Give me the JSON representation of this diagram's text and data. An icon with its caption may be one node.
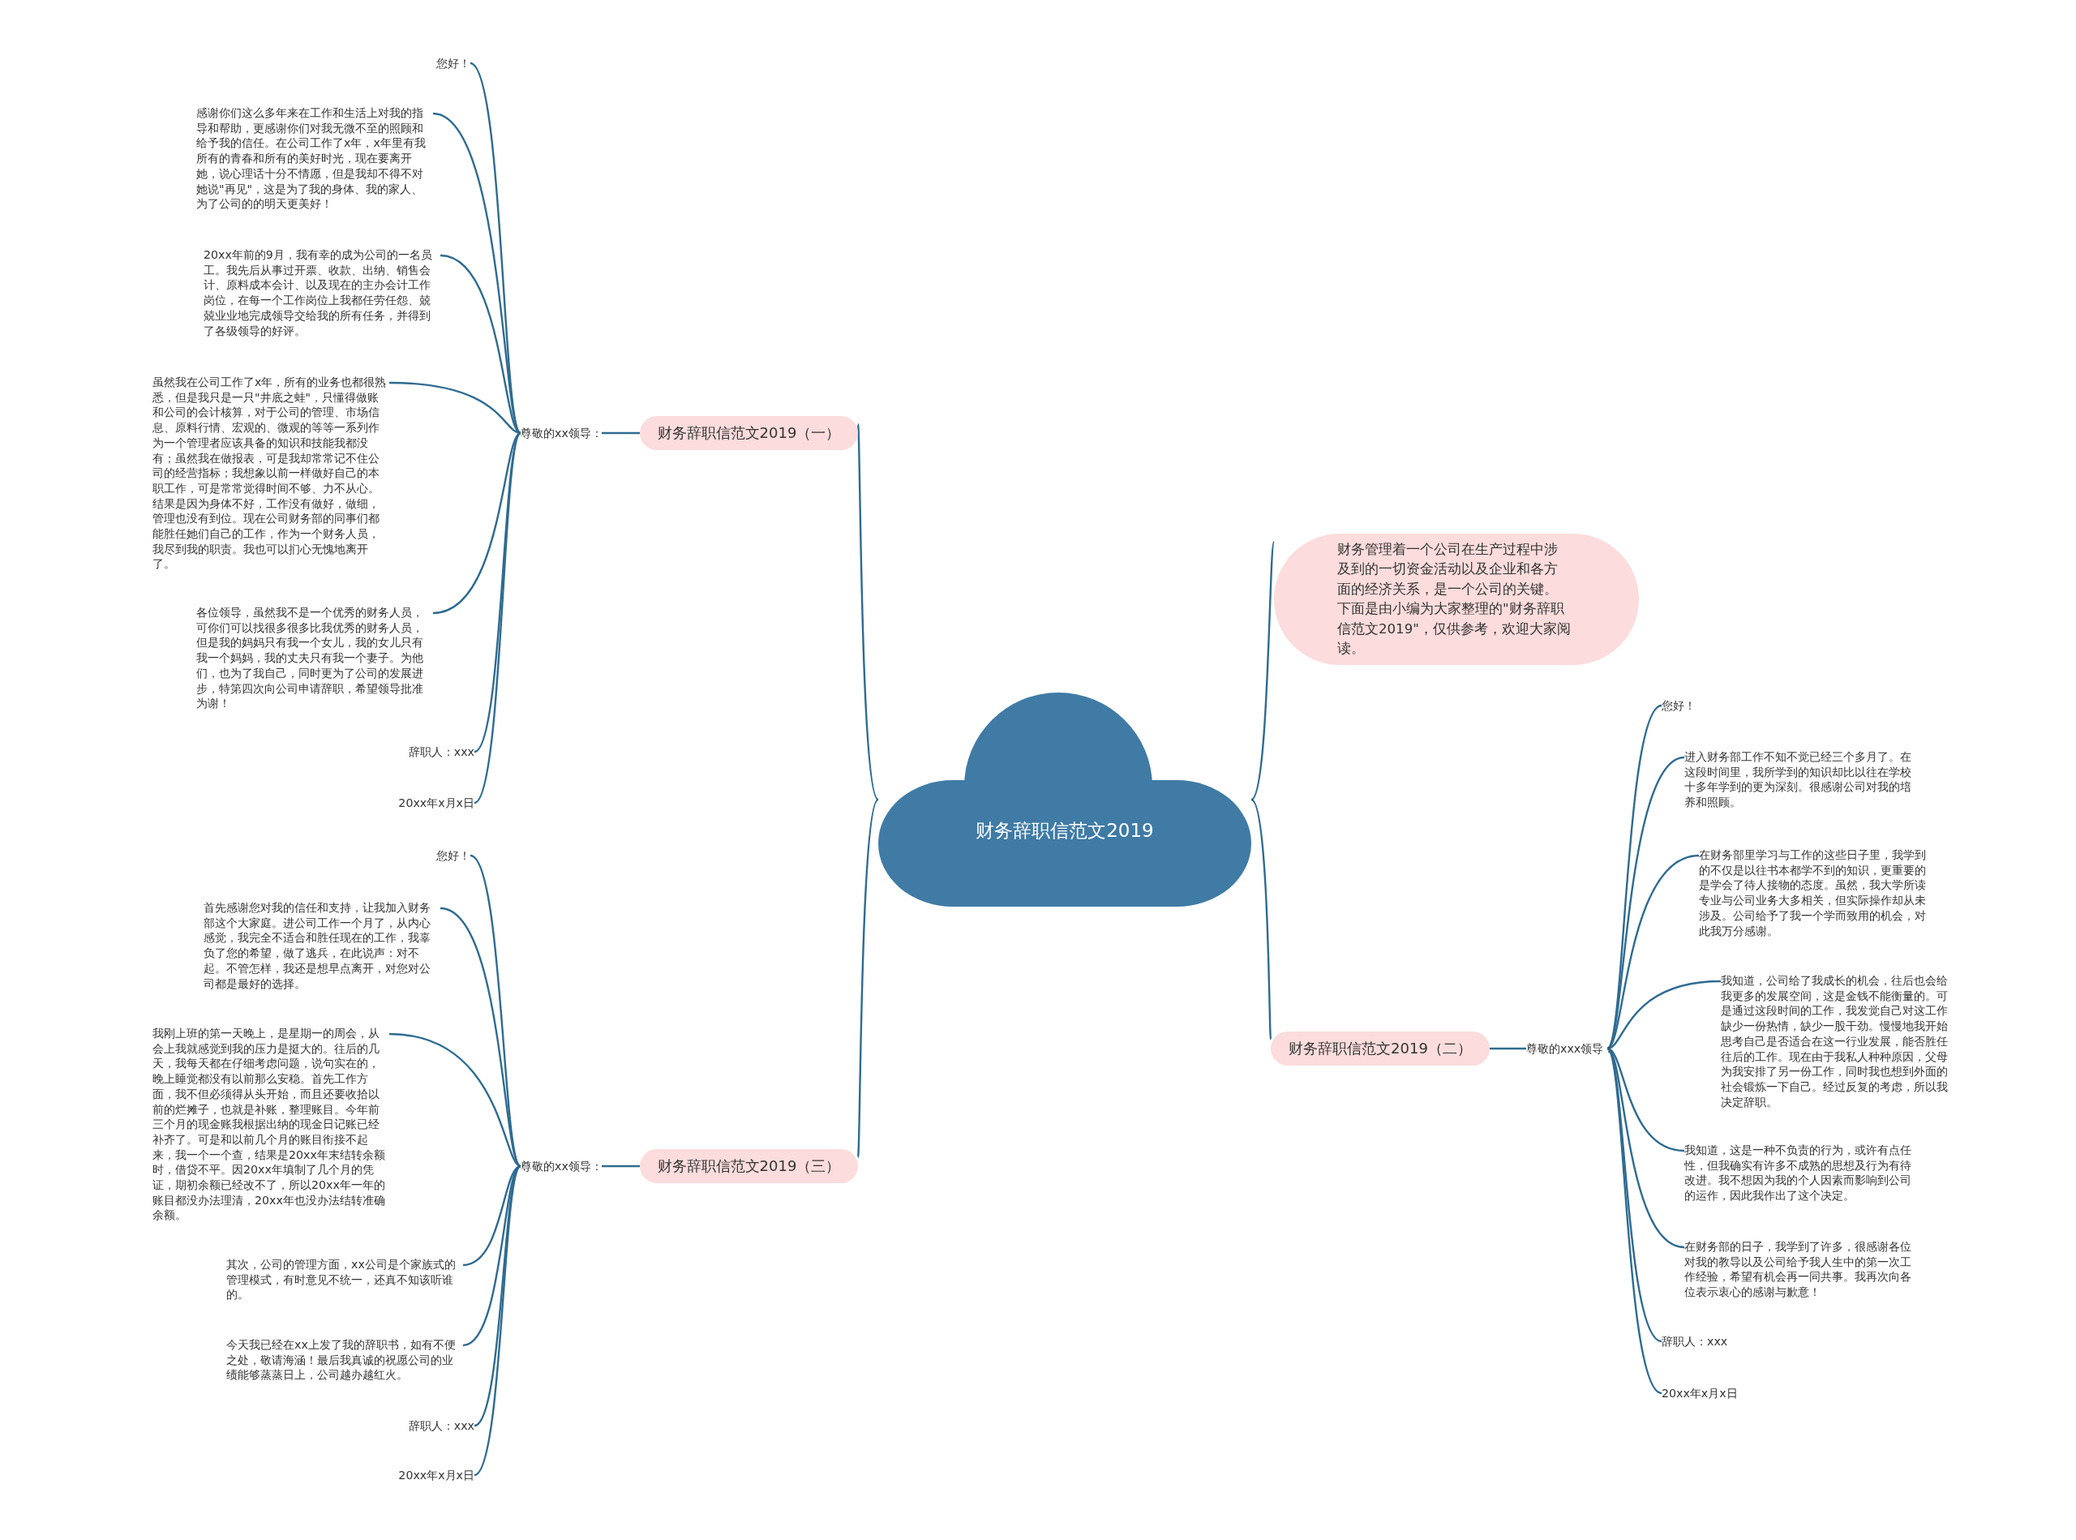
{
  "diagram": {
    "nodes": [
      {
        "text": [
          "财务辞职信范文2019"
        ]
      },
      {
        "text": [
          "财务管理着一个公司在生产过程中涉及到的一切资金活动以及企业和各方面的经济关系，是一个公司的关键。下面是由小编为大家整理的\"财务辞职信范文2019\"，仅供参考，欢迎大家阅读。"
        ]
      },
      {
        "text": [
          "财务辞职信范文2019（一）"
        ]
      },
      {
        "text": [
          "尊敬的xx领导："
        ]
      },
      {
        "text": [
          "您好！"
        ]
      },
      {
        "text": [
          "感谢你们这么多年来在工作和生活上对我的指导和帮助，更感谢你们对我无微不至的照顾和给予我的信任。在公司工作了x年，x年里有我所有的青春和所有的美好时光，现在要离开她，说心理话十分不情愿，但是我却不得不对她说\"再见\"，这是为了我的身体、我的家人、为了公司的的明天更美好！"
        ]
      },
      {
        "text": [
          "20xx年前的9月，我有幸的成为公司的一名员工。我先后从事过开票、收款、出纳、销售会计、原料成本会计、以及现在的主办会计工作岗位，在每一个工作岗位上我都任劳任怨、兢兢业业地完成领导交给我的所有任务，并得到了各级领导的好评。"
        ]
      },
      {
        "text": [
          "虽然我在公司工作了x年，所有的业务也都很熟悉，但是我只是一只\"井底之蛙\"，只懂得做账和公司的会计核算，对于公司的管理、市场信息、原料行情、宏观的、微观的等等一系列作为一个管理者应该具备的知识和技能我都没有；虽然我在做报表，可是我却常常记不住公司的经营指标；我想象以前一样做好自己的本职工作，可是常常觉得时间不够、力不从心。结果是因为身体不好，工作没有做好，做细，管理也没有到位。现在公司财务部的同事们都能胜任她们自己的工作，作为一个财务人员，我尽到我的职责。我也可以扪心无愧地离开了。"
        ]
      },
      {
        "text": [
          "各位领导，虽然我不是一个优秀的财务人员，可你们可以找很多很多比我优秀的财务人员，但是我的妈妈只有我一个女儿，我的女儿只有我一个妈妈，我的丈夫只有我一个妻子。为他们，也为了我自己，同时更为了公司的发展进步，特第四次向公司申请辞职，希望领导批准为谢！"
        ]
      },
      {
        "text": [
          "辞职人：xxx"
        ]
      },
      {
        "text": [
          "20xx年x月x日"
        ]
      },
      {
        "text": [
          "财务辞职信范文2019（二）"
        ]
      },
      {
        "text": [
          "尊敬的xxx领导："
        ]
      },
      {
        "text": [
          "您好！"
        ]
      },
      {
        "text": [
          "进入财务部工作不知不觉已经三个多月了。在这段时间里，我所学到的知识却比以往在学校十多年学到的更为深刻。很感谢公司对我的培养和照顾。"
        ]
      },
      {
        "text": [
          "在财务部里学习与工作的这些日子里，我学到的不仅是以往书本都学不到的知识，更重要的是学会了待人接物的态度。虽然，我大学所读专业与公司业务大多相关，但实际操作却从未涉及。公司给予了我一个学而致用的机会，对此我万分感谢。"
        ]
      },
      {
        "text": [
          "我知道，公司给了我成长的机会，往后也会给我更多的发展空间，这是金钱不能衡量的。可是通过这段时间的工作，我发觉自己对这工作缺少一份热情，缺少一股干劲。慢慢地我开始思考自己是否适合在这一行业发展，能否胜任往后的工作。现在由于我私人种种原因，父母为我安排了另一份工作，同时我也想到外面的社会锻炼一下自己。经过反复的考虑，所以我决定辞职。"
        ]
      },
      {
        "text": [
          "我知道，这是一种不负责的行为，或许有点任性，但我确实有许多不成熟的思想及行为有待改进。我不想因为我的个人因素而影响到公司的运作，因此我作出了这个决定。"
        ]
      },
      {
        "text": [
          "在财务部的日子，我学到了许多，很感谢各位对我的教导以及公司给予我人生中的第一次工作经验，希望有机会再一同共事。我再次向各位表示衷心的感谢与歉意！"
        ]
      },
      {
        "text": [
          "辞职人：xxx"
        ]
      },
      {
        "text": [
          "20xx年x月x日"
        ]
      },
      {
        "text": [
          "财务辞职信范文2019（三）"
        ]
      },
      {
        "text": [
          "尊敬的xx领导："
        ]
      },
      {
        "text": [
          "您好！"
        ]
      },
      {
        "text": [
          "首先感谢您对我的信任和支持，让我加入财务部这个大家庭。进公司工作一个月了，从内心感觉，我完全不适合和胜任现在的工作，我辜负了您的希望，做了逃兵，在此说声：对不起。不管怎样，我还是想早点离开，对您对公司都是最好的选择。"
        ]
      },
      {
        "text": [
          "我刚上班的第一天晚上，是星期一的周会，从会上我就感觉到我的压力是挺大的。往后的几天，我每天都在仔细考虑问题，说句实在的，晚上睡觉都没有以前那么安稳。首先工作方面，我不但必须得从头开始，而且还要收拾以前的烂摊子，也就是补账，整理账目。今年前三个月的现金账我根据出纳的现金日记账已经补齐了。可是和以前几个月的账目衔接不起来，我一个一个查，结果是20xx年末结转余额时，借贷不平。因20xx年填制了几个月的凭证，期初余额已经改不了，所以20xx年一年的账目都没办法理清，20xx年也没办法结转准确余额。"
        ]
      },
      {
        "text": [
          "其次，公司的管理方面，xx公司是个家族式的管理模式，有时意见不统一，还真不知该听谁的。"
        ]
      },
      {
        "text": [
          "今天我已经在xx上发了我的辞职书，如有不便之处，敬请海涵！最后我真诚的祝愿公司的业绩能够蒸蒸日上，公司越办越红火。"
        ]
      },
      {
        "text": [
          "辞职人：xxx"
        ]
      },
      {
        "text": [
          "20xx年x月x日"
        ]
      }
    ],
    "edges": [
      {
        "from": 0,
        "to": 1,
        "arrow": "none"
      },
      {
        "from": 0,
        "to": 2,
        "arrow": "none"
      },
      {
        "from": 2,
        "to": 3,
        "arrow": "none"
      },
      {
        "from": 3,
        "to": 4,
        "arrow": "none"
      },
      {
        "from": 3,
        "to": 5,
        "arrow": "none"
      },
      {
        "from": 3,
        "to": 6,
        "arrow": "none"
      },
      {
        "from": 3,
        "to": 7,
        "arrow": "none"
      },
      {
        "from": 3,
        "to": 8,
        "arrow": "none"
      },
      {
        "from": 3,
        "to": 9,
        "arrow": "none"
      },
      {
        "from": 3,
        "to": 10,
        "arrow": "none"
      },
      {
        "from": 0,
        "to": 11,
        "arrow": "none"
      },
      {
        "from": 11,
        "to": 12,
        "arrow": "none"
      },
      {
        "from": 12,
        "to": 13,
        "arrow": "none"
      },
      {
        "from": 12,
        "to": 14,
        "arrow": "none"
      },
      {
        "from": 12,
        "to": 15,
        "arrow": "none"
      },
      {
        "from": 12,
        "to": 16,
        "arrow": "none"
      },
      {
        "from": 12,
        "to": 17,
        "arrow": "none"
      },
      {
        "from": 12,
        "to": 18,
        "arrow": "none"
      },
      {
        "from": 12,
        "to": 19,
        "arrow": "none"
      },
      {
        "from": 12,
        "to": 20,
        "arrow": "none"
      },
      {
        "from": 0,
        "to": 21,
        "arrow": "none"
      },
      {
        "from": 21,
        "to": 22,
        "arrow": "none"
      },
      {
        "from": 22,
        "to": 23,
        "arrow": "none"
      },
      {
        "from": 22,
        "to": 24,
        "arrow": "none"
      },
      {
        "from": 22,
        "to": 25,
        "arrow": "none"
      },
      {
        "from": 22,
        "to": 26,
        "arrow": "none"
      },
      {
        "from": 22,
        "to": 27,
        "arrow": "none"
      },
      {
        "from": 22,
        "to": 28,
        "arrow": "none"
      },
      {
        "from": 22,
        "to": 29,
        "arrow": "none"
      }
    ]
  }
}
